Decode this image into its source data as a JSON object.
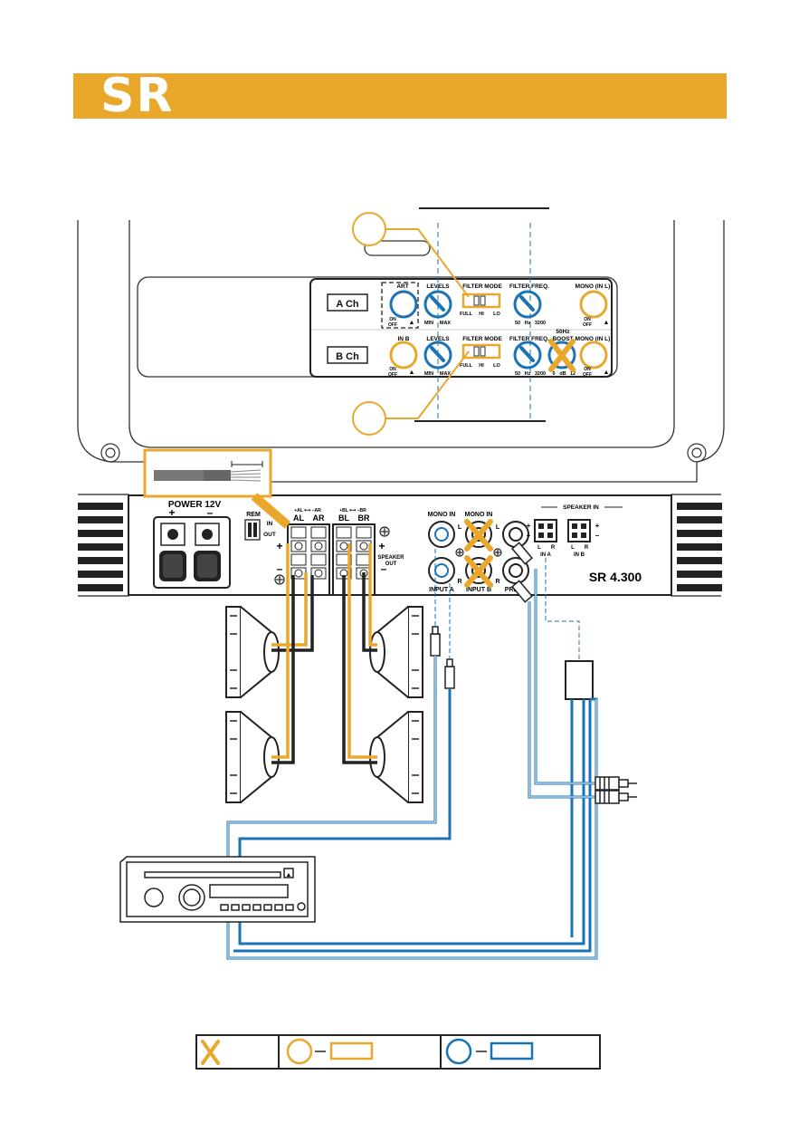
{
  "header": {
    "logo": "SR"
  },
  "colors": {
    "orange": "#e9a72c",
    "blue": "#1a73b5",
    "dark": "#222222",
    "grey": "#8a8a8a"
  },
  "panel": {
    "channel_a": "A Ch",
    "channel_b": "B Ch",
    "art": "ART",
    "in_b": "IN B",
    "on": "ON",
    "off": "OFF",
    "levels": "LEVELS",
    "min": "MIN",
    "max": "MAX",
    "filter_mode": "FILTER MODE",
    "full": "FULL",
    "hi": "HI",
    "lo": "LO",
    "filter_freq": "FILTER FREQ.",
    "freq_50": "50",
    "freq_hz": "Hz",
    "freq_3200": "3200",
    "mono_in_l": "MONO (IN L)",
    "boost_50hz": "50Hz",
    "boost": "BOOST",
    "boost_0": "0",
    "boost_db": "dB",
    "boost_12": "12"
  },
  "front": {
    "power": "POWER  12V",
    "plus": "+",
    "minus": "–",
    "rem": "REM",
    "in": "IN",
    "out": "OUT",
    "ab_top": "+AL ⟷ –AR",
    "bl_top": "+BL ⟷ –BR",
    "al": "AL",
    "ar": "AR",
    "bl": "BL",
    "br": "BR",
    "speaker_out": "SPEAKER\nOUT",
    "speaker_word": "SPEAKER",
    "out_word": "OUT",
    "mono_in": "MONO IN",
    "input_a": "INPUT A",
    "input_b": "INPUT B",
    "l": "L",
    "r": "R",
    "pre": "PRE",
    "speaker_in": "SPEAKER IN",
    "in_a": "IN A",
    "in_b_label": "IN B",
    "model": "SR 4.300"
  }
}
